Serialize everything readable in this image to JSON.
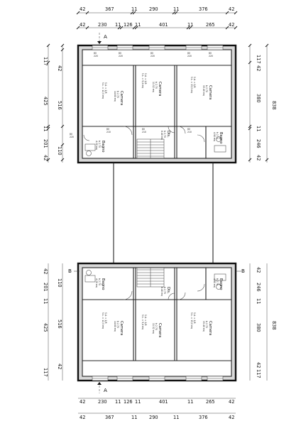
{
  "dims": {
    "top_a": [
      "42",
      "367",
      "11",
      "290",
      "11",
      "376",
      "42"
    ],
    "top_b": [
      "42",
      "230",
      "11",
      "126",
      "11",
      "401",
      "11",
      "265",
      "42"
    ],
    "left": [
      "117",
      "42",
      "516",
      "425",
      "11",
      "201",
      "110",
      "42"
    ],
    "right": [
      "117",
      "42",
      "380",
      "11",
      "246",
      "42"
    ],
    "overall": "838"
  },
  "sections": {
    "a": "A",
    "b": "B"
  },
  "rooms": [
    {
      "id": "camera-1",
      "name": "Camera",
      "lines": [
        "h 2.70",
        "S.A. = 1/8",
        "S.L. = 12,5 mq",
        "14.60 mq"
      ]
    },
    {
      "id": "camera-2",
      "name": "Camera",
      "lines": [
        "h 2.70",
        "S.A. = 1/8",
        "S.L. = 9,4 mq",
        "11.52 mq"
      ]
    },
    {
      "id": "camera-3",
      "name": "Camera",
      "lines": [
        "h 2.70",
        "S.A. = 1/8",
        "S.L. = 13,0 mq",
        "15.40 mq"
      ]
    },
    {
      "id": "dis",
      "name": "Dis.",
      "lines": [
        "h 2.70",
        "6.40 mq"
      ]
    },
    {
      "id": "bagno-1",
      "name": "Bagno",
      "lines": [
        "h 2.70",
        "4.20 mq"
      ]
    },
    {
      "id": "bagno-2",
      "name": "Bagno",
      "lines": [
        "h 2.70",
        "4.90 mq"
      ]
    }
  ],
  "doors": [
    "80",
    "220",
    "80",
    "210",
    "80",
    "210",
    "80",
    "210",
    "60",
    "210",
    "60",
    "210",
    "220",
    "80"
  ],
  "windows": [
    "80",
    "220",
    "80",
    "220",
    "80",
    "220",
    "80",
    "220"
  ]
}
